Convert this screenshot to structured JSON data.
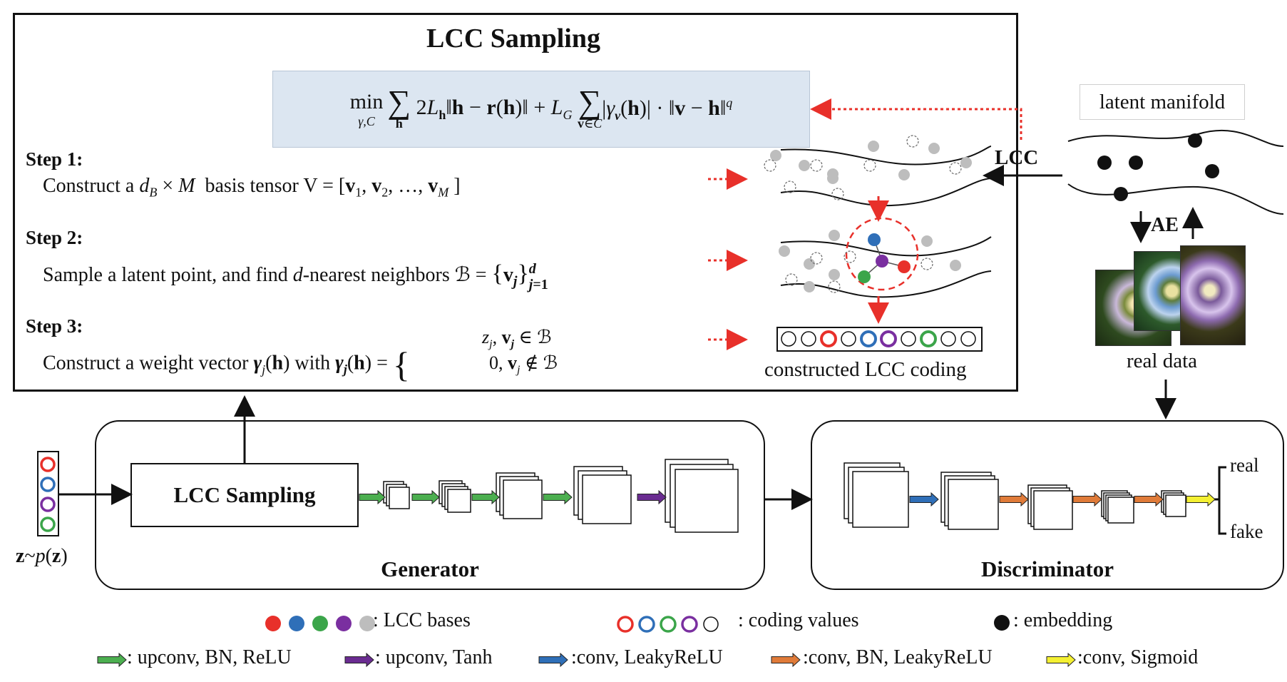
{
  "lcc_box": {
    "title": "LCC Sampling",
    "formula": "min γ,C Σh 2Lh‖h − r(h)‖ + LG Σv∈C |γv(h)| · ‖v − h‖q",
    "steps": [
      {
        "head": "Step 1:",
        "body": "Construct a dB × M  basis tensor V = [v1, v2, …, vM ]"
      },
      {
        "head": "Step 2:",
        "body": "Sample a latent point, and find d-nearest neighbors ℬ = {vj}j=1..d"
      },
      {
        "head": "Step 3:",
        "body": "Construct a weight vector γj(h) with γj(h) = { zj, vj ∈ ℬ ; 0, vj ∉ ℬ }"
      }
    ],
    "coding_caption": "constructed LCC coding"
  },
  "right_panel": {
    "latent_manifold": "latent manifold",
    "lcc_arrow": "LCC",
    "ae_label": "AE",
    "real_data": "real data"
  },
  "pipeline": {
    "noise_label": "z~p(z)",
    "lcc_sampling_box": "LCC Sampling",
    "generator": "Generator",
    "discriminator": "Discriminator",
    "real": "real",
    "fake": "fake"
  },
  "legend": {
    "lcc_bases": ": LCC bases",
    "coding_values": ": coding values",
    "embedding": ": embedding",
    "upconv_bn_relu": ": upconv, BN, ReLU",
    "upconv_tanh": ": upconv, Tanh",
    "conv_leakyrelu": ":conv, LeakyReLU",
    "conv_bn_leakyrelu": ":conv, BN, LeakyReLU",
    "conv_sigmoid": ":conv, Sigmoid"
  },
  "colors": {
    "red": "#e8302a",
    "blue": "#2f6fb8",
    "green": "#3ba54a",
    "purple": "#7a2fa0",
    "gray": "#bdbdbd",
    "arrow_green": "#4caf50",
    "arrow_purple": "#6a2c91",
    "arrow_blue": "#2f6fb8",
    "arrow_orange": "#e07b39",
    "arrow_yellow": "#f4f032",
    "formula_bg": "#dce6f1"
  }
}
